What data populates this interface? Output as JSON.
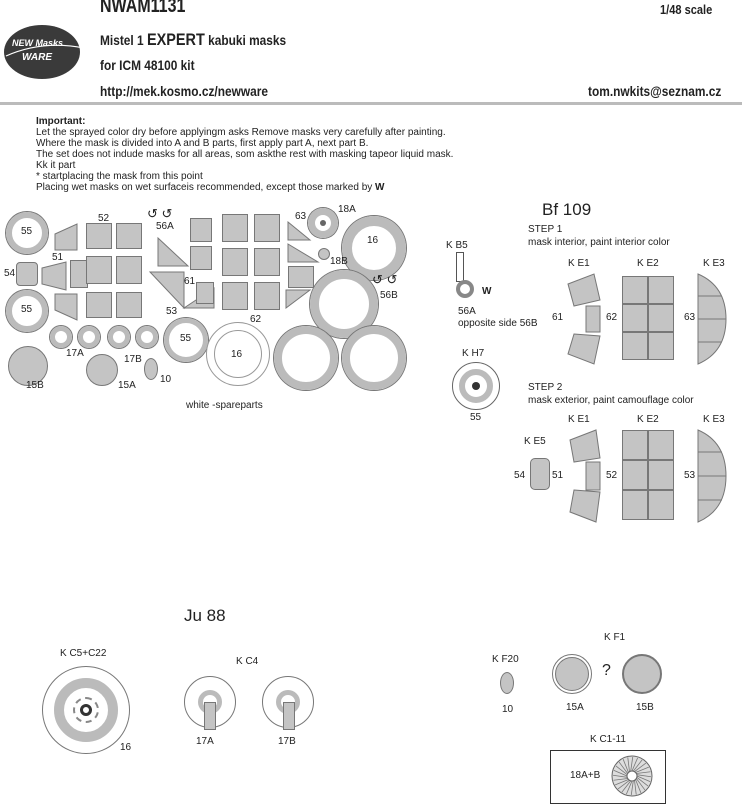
{
  "header": {
    "code": "NWAM1131",
    "scale": "1/48 scale",
    "title_prefix": "Mistel 1 ",
    "title_expert": "EXPERT",
    "title_suffix": " kabuki masks",
    "kit": "for ICM 48100 kit",
    "url": "http://mek.kosmo.cz/newware",
    "email": "tom.nwkits@seznam.cz",
    "logo_line1": "NEW Masks",
    "logo_line2": "WARE"
  },
  "notes": {
    "heading": "Important:",
    "lines": [
      "Let the sprayed color dry before applyingm asks Remove masks very carefully after painting.",
      "Where the mask is divided into A and B parts, first apply part A, next part B.",
      "The set does not indude masks for all areas, som askthe rest with masking tapeor liquid mask.",
      "Kk it part",
      "* startplacing the mask from this point",
      "Placing wet masks on wet surfaceis recommended, except those marked by"
    ],
    "wet_mark": "W"
  },
  "sheet": {
    "labels": {
      "l55a": "55",
      "l52": "52",
      "l56a": "56A",
      "l63": "63",
      "l18a": "18A",
      "l16a": "16",
      "l54": "54",
      "l51": "51",
      "l61": "61",
      "l18b": "18B",
      "l56b": "56B",
      "l55b": "55",
      "l53": "53",
      "l62": "62",
      "l55c": "55",
      "l17a": "17A",
      "l17b": "17B",
      "l15b": "15B",
      "l15a": "15A",
      "l10": "10",
      "l16b": "16"
    },
    "footer": "white -spareparts"
  },
  "bf109": {
    "title": "Bf 109",
    "step1_title": "STEP 1",
    "step1_desc": "mask interior, paint interior color",
    "step2_title": "STEP 2",
    "step2_desc": "mask exterior, paint camouflage color",
    "kb5": "K B5",
    "w": "W",
    "p56a": "56A",
    "opposite": "opposite side 56B",
    "kh7": "K H7",
    "kh7_num": "55",
    "ke1": "K E1",
    "ke2": "K E2",
    "ke3": "K E3",
    "ke5": "K E5",
    "n61": "61",
    "n62": "62",
    "n63": "63",
    "n54": "54",
    "n51": "51",
    "n52": "52",
    "n53": "53"
  },
  "ju88": {
    "title": "Ju 88",
    "kc5": "K C5+C22",
    "kc5_num": "16",
    "kc4": "K C4",
    "n17a": "17A",
    "n17b": "17B",
    "kf20": "K F20",
    "kf20_num": "10",
    "kf1": "K F1",
    "question": "?",
    "n15a": "15A",
    "n15b": "15B",
    "kc1": "K C1-11",
    "kc1_label": "18A+B"
  }
}
